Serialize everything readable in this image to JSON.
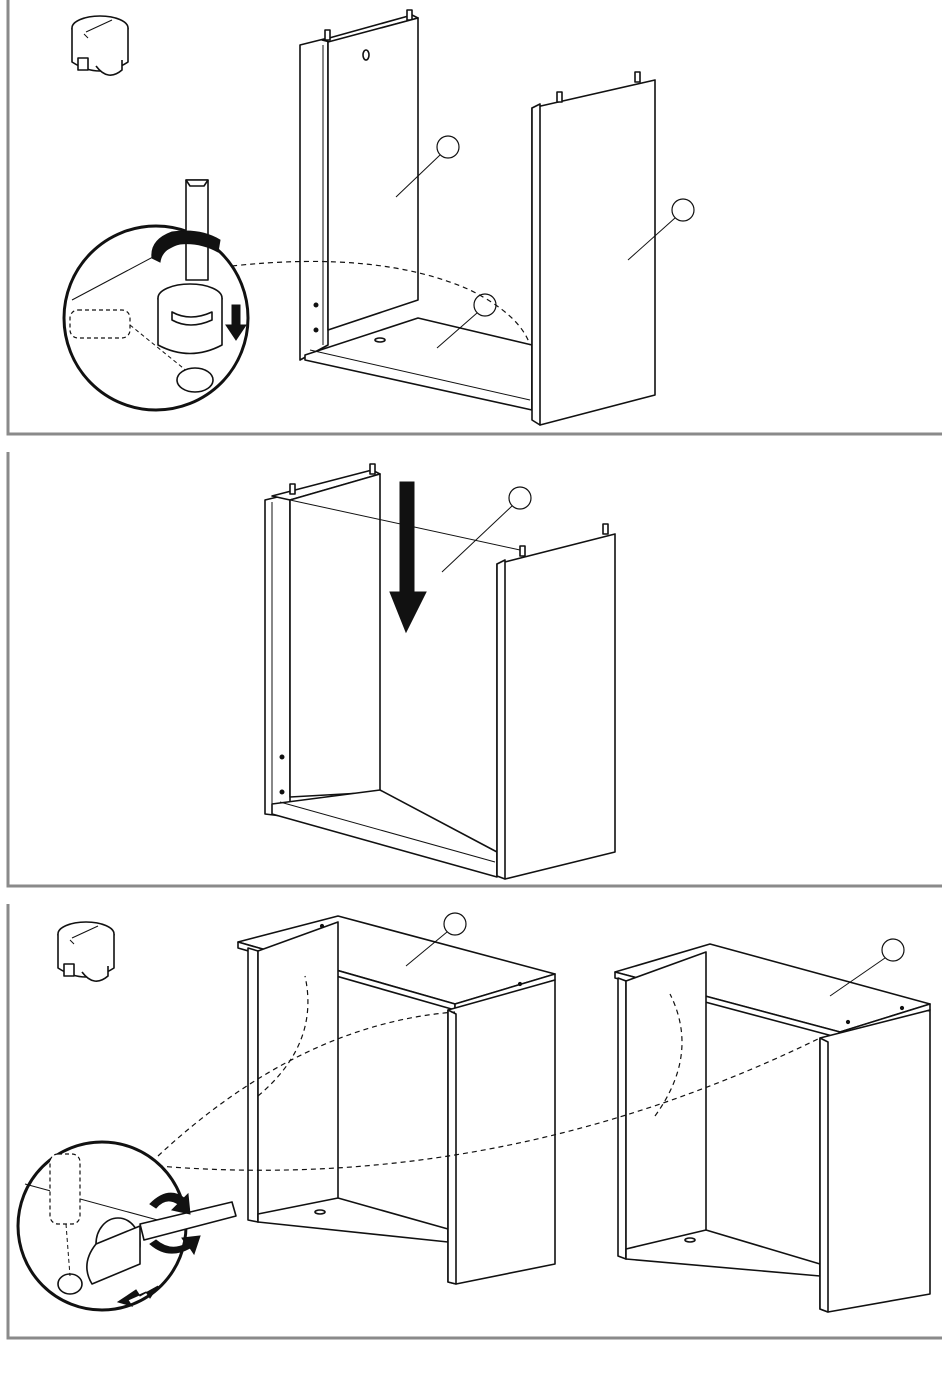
{
  "steps": [
    {
      "id": "step-1",
      "hardware_icon": "cam-lock-icon",
      "callouts": [
        {
          "label": ""
        },
        {
          "label": ""
        },
        {
          "label": ""
        }
      ],
      "action": "tighten-cam-lock"
    },
    {
      "id": "step-2",
      "callouts": [
        {
          "label": ""
        }
      ],
      "action": "insert-back-panel-down"
    },
    {
      "id": "step-3",
      "hardware_icon": "cam-lock-icon",
      "callouts": [
        {
          "label": ""
        },
        {
          "label": ""
        }
      ],
      "action": "tighten-cam-lock"
    }
  ],
  "colors": {
    "ink": "#111111",
    "frame": "#8a8a8a",
    "background": "#ffffff"
  }
}
